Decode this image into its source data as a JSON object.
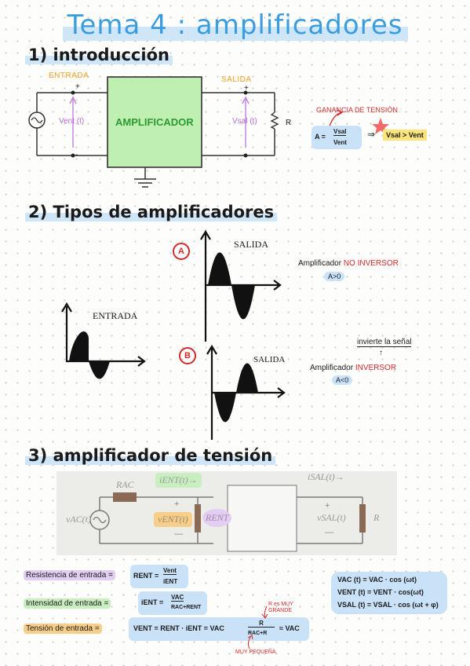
{
  "title": "Tema 4 : amplificadores",
  "sections": {
    "s1": "1) introducción",
    "s2": "2) Tipos de amplificadores",
    "s3": "3) amplificador de tensión"
  },
  "intro": {
    "entrada": "ENTRADA",
    "salida": "SALIDA",
    "box": "AMPLIFICADOR",
    "vent": "Vent (t)",
    "vsal": "Vsal (t)",
    "r": "R",
    "plus": "+",
    "minus": "-",
    "ganancia": "GANANCIA DE TENSIÓN",
    "gain_lhs": "A =",
    "gain_num": "Vsal",
    "gain_den": "Vent",
    "arrow": "⇒",
    "gain_cmp": "Vsal > Vent"
  },
  "types": {
    "entrada": "ENTRADA",
    "salida_a": "SALIDA",
    "salida_b": "SALIDA",
    "circle_a": "A",
    "circle_b": "B",
    "amp_a": "Amplificador",
    "amp_a_red": "NO INVERSOR",
    "cond_a": "A>0",
    "invierte": "invierte la señal",
    "up_arrow": "↑",
    "amp_b": "Amplificador",
    "amp_b_red": "INVERSOR",
    "cond_b": "A<0"
  },
  "tension_photo": {
    "rac": "RAC",
    "ient": "iENT(t)→",
    "isal": "iSAL(t)→",
    "vac": "vAC(t)",
    "vent": "vENT(t)",
    "rent": "RENT",
    "vsal": "vSAL(t)",
    "r": "R",
    "plus": "+",
    "minus": "—"
  },
  "formulas": {
    "res_label": "Resistencia de entrada =",
    "res_lhs": "RENT =",
    "res_num": "Vent",
    "res_den": "iENT",
    "int_label": "Intensidad de entrada =",
    "int_lhs": "iENT =",
    "int_num": "VAC",
    "int_den": "RAC+RENT",
    "ten_label": "Tensión de entrada =",
    "ten_eq": "VENT = RENT · iENT = VAC",
    "ten_num": "R",
    "ten_den": "RAC+R",
    "ten_approx": "≈ VAC",
    "note_big": "R es MUY GRANDE",
    "note_small": "MUY PEQUEÑA",
    "side1": "VAC (t) = VAC · cos (ωt)",
    "side2": "VENT (t) = VENT · cos(ωt)",
    "side3": "VSAL (t) = VSAL · cos (ωt + φ)"
  }
}
